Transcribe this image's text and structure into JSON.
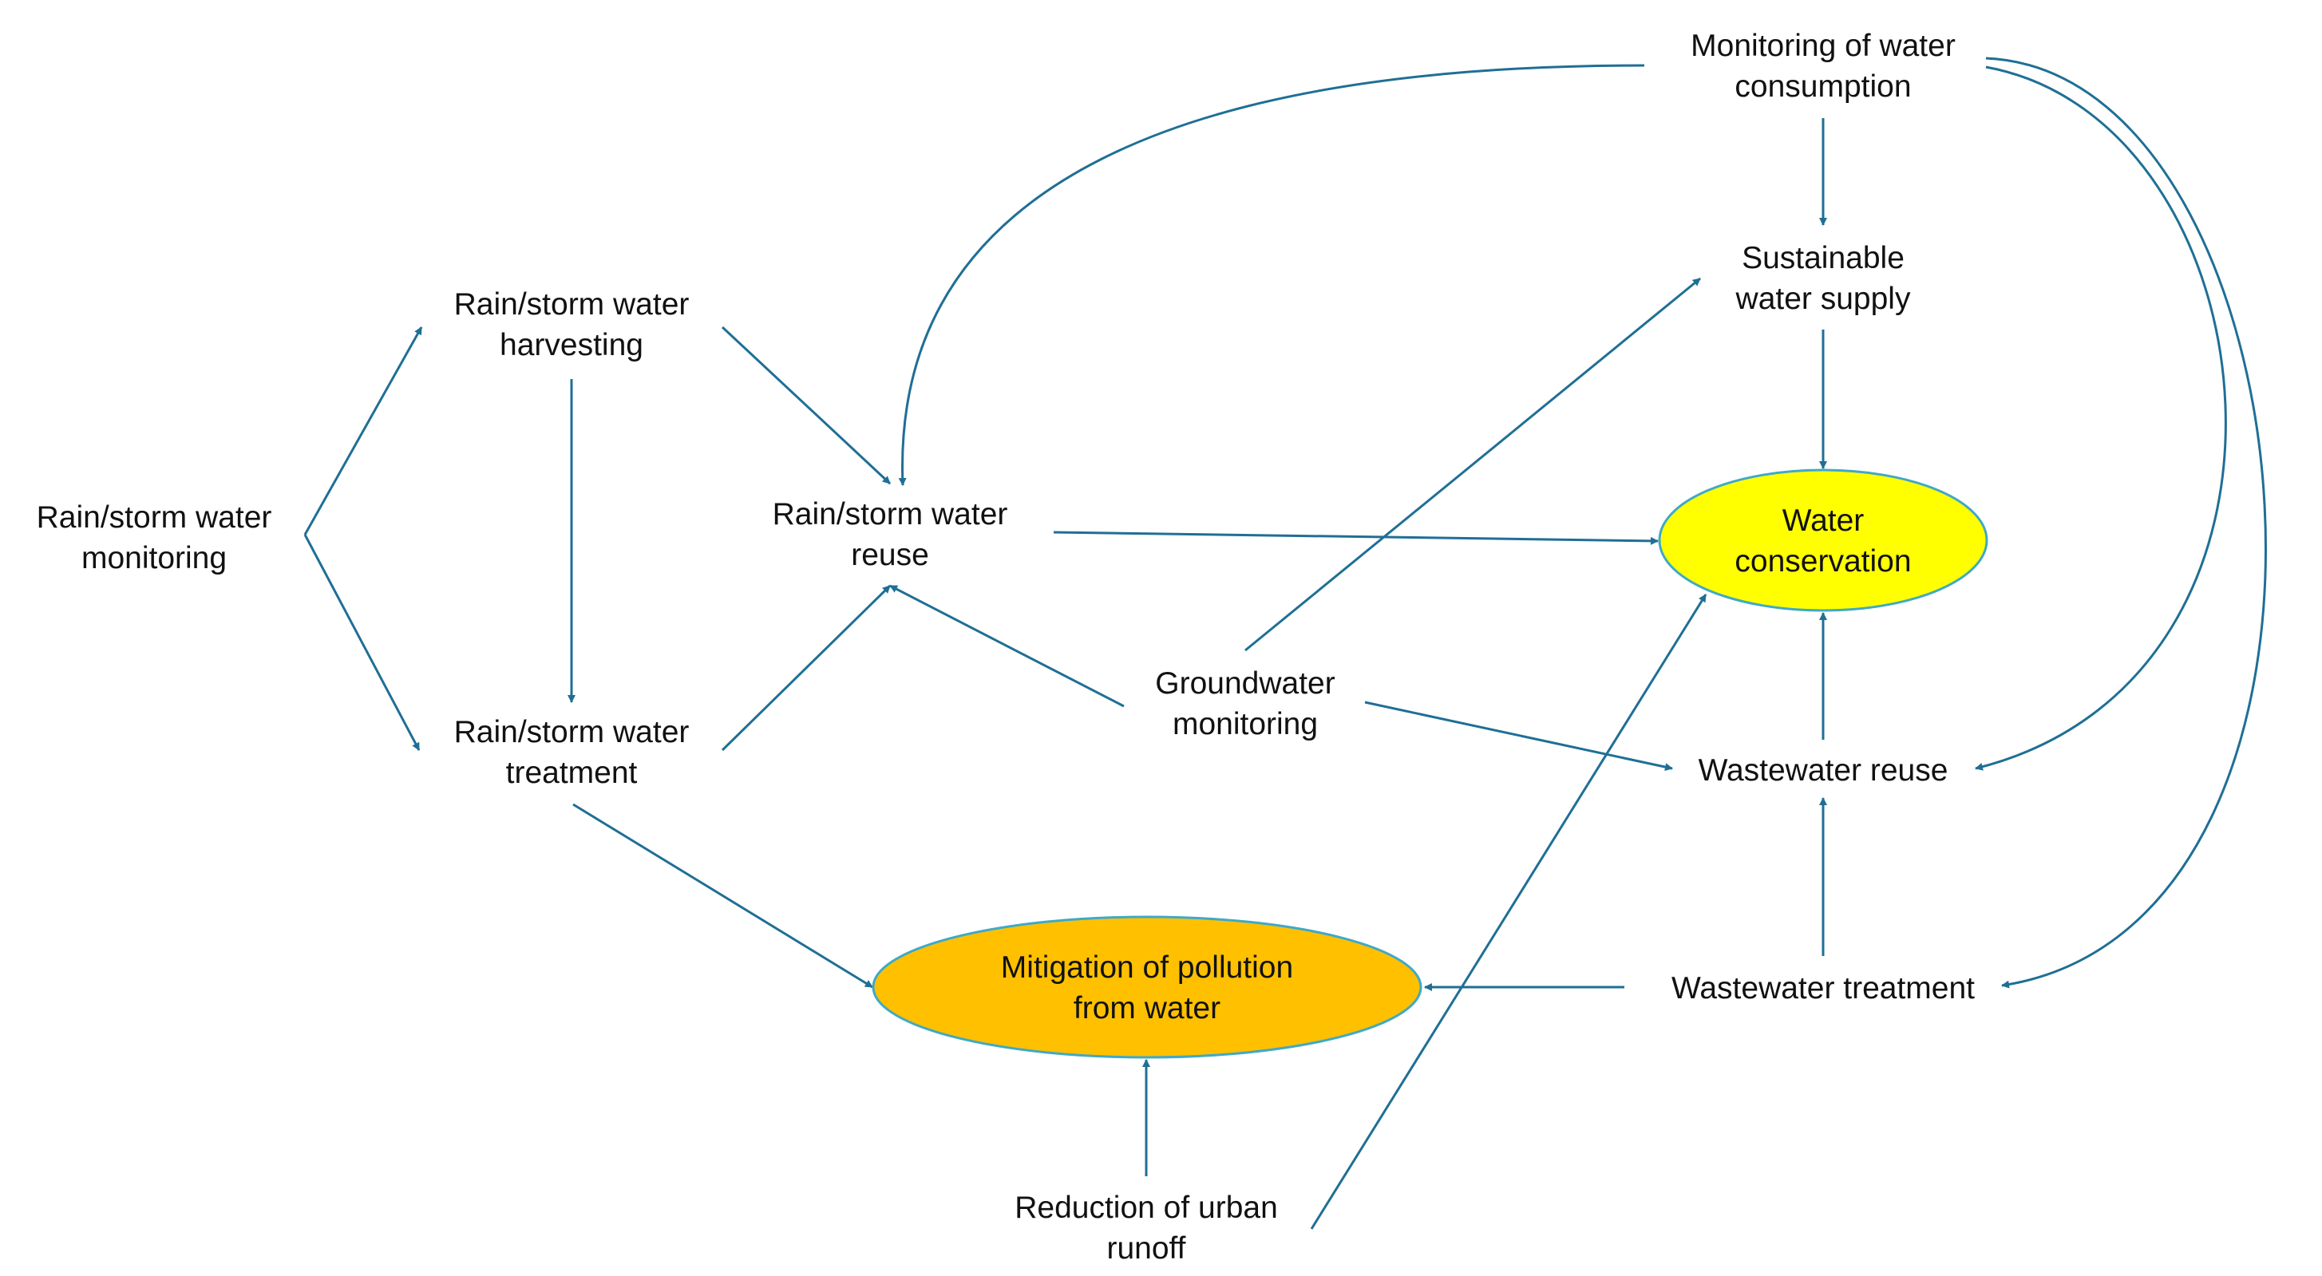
{
  "nodes": {
    "rain_monitoring": {
      "line1": "Rain/storm water",
      "line2": "monitoring"
    },
    "rain_harvesting": {
      "line1": "Rain/storm water",
      "line2": "harvesting"
    },
    "rain_treatment": {
      "line1": "Rain/storm water",
      "line2": "treatment"
    },
    "rain_reuse": {
      "line1": "Rain/storm water",
      "line2": "reuse"
    },
    "groundwater": {
      "line1": "Groundwater",
      "line2": "monitoring"
    },
    "consumption": {
      "line1": "Monitoring of water",
      "line2": "consumption"
    },
    "supply": {
      "line1": "Sustainable",
      "line2": "water supply"
    },
    "conservation": {
      "line1": "Water",
      "line2": "conservation"
    },
    "wastewater_reuse": {
      "line1": "Wastewater reuse"
    },
    "wastewater_treatment": {
      "line1": "Wastewater treatment"
    },
    "pollution": {
      "line1": "Mitigation of pollution",
      "line2": "from water"
    },
    "runoff": {
      "line1": "Reduction of urban",
      "line2": "runoff"
    }
  },
  "colors": {
    "arrow": "#1f6f95",
    "ellipse_border": "#3fa9c6",
    "conservation_fill": "#ffff00",
    "pollution_fill": "#ffc000"
  }
}
